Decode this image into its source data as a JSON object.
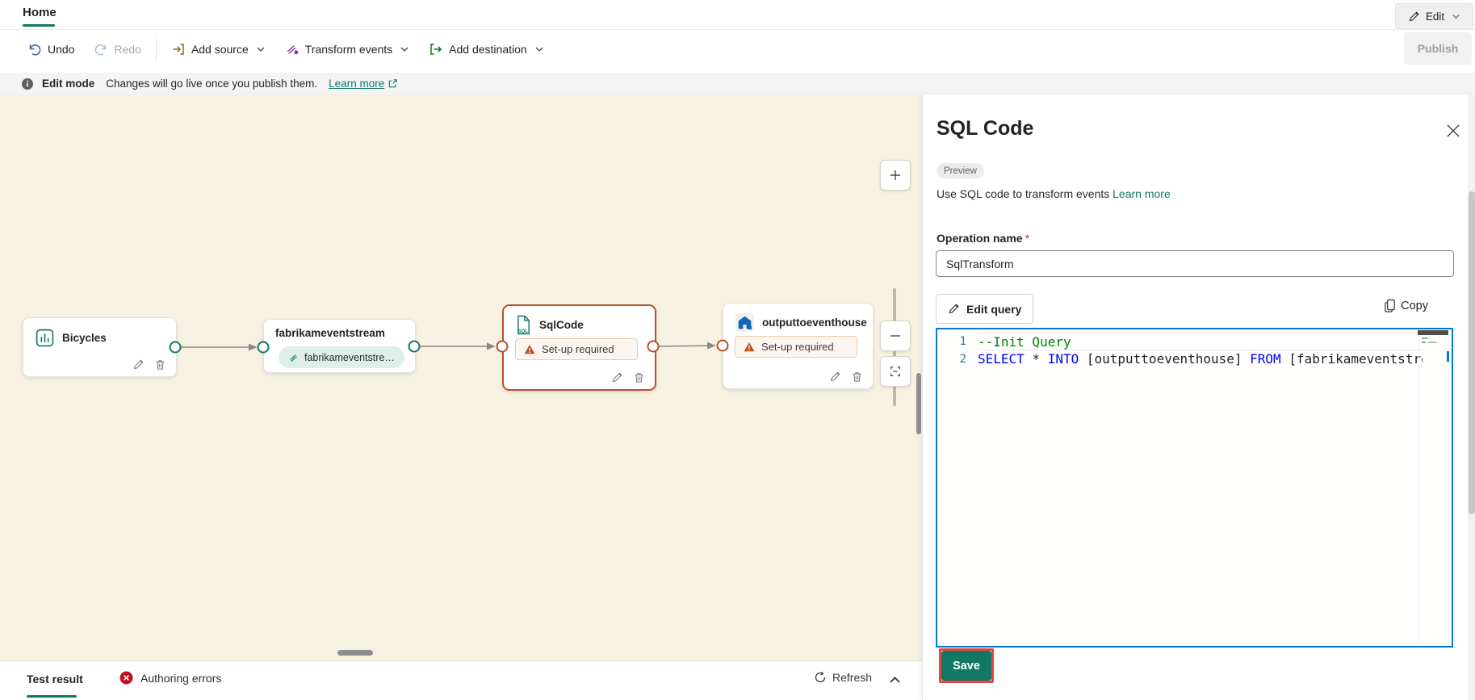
{
  "colors": {
    "accent": "#117865",
    "warn": "#b5512e",
    "warnbg": "#fdf6f0",
    "warnborder": "#f1c9a6",
    "canvasbg": "#f7f1e2",
    "streampill": "#ddefe8",
    "editorborder": "#0078d4",
    "keyword": "#0000ff",
    "comment": "#008000",
    "linenum": "#237893",
    "annotation": "#e8453c",
    "error": "#c50f1f"
  },
  "tabs": {
    "home": "Home"
  },
  "top_actions": {
    "edit": "Edit",
    "publish": "Publish"
  },
  "toolbar": {
    "undo": "Undo",
    "redo": "Redo",
    "add_source": "Add source",
    "transform_events": "Transform events",
    "add_destination": "Add destination"
  },
  "info_bar": {
    "title": "Edit mode",
    "message": "Changes will go live once you publish them.",
    "link": "Learn more"
  },
  "canvas": {
    "nodes": {
      "bicycles": {
        "title": "Bicycles"
      },
      "eventstream": {
        "title": "fabrikameventstream",
        "stream_label": "fabrikameventstre…"
      },
      "sqlcode": {
        "title": "SqlCode",
        "warning": "Set-up required",
        "selected": true
      },
      "eventhouse": {
        "title": "outputtoeventhouse",
        "warning": "Set-up required"
      }
    }
  },
  "panel": {
    "title": "SQL Code",
    "badge": "Preview",
    "description": "Use SQL code to transform events",
    "learn_more": "Learn more",
    "operation_label": "Operation name",
    "required_mark": "*",
    "operation_value": "SqlTransform",
    "edit_query": "Edit query",
    "copy": "Copy",
    "save": "Save",
    "editor": {
      "lines": [
        {
          "number": "1",
          "current": true,
          "tokens": [
            {
              "text": "--Init Query",
              "type": "comment"
            }
          ]
        },
        {
          "number": "2",
          "tokens": [
            {
              "text": "SELECT",
              "type": "keyword"
            },
            {
              "text": " * ",
              "type": "plain"
            },
            {
              "text": "INTO",
              "type": "keyword"
            },
            {
              "text": " [outputtoeventhouse] ",
              "type": "plain"
            },
            {
              "text": "FROM",
              "type": "keyword"
            },
            {
              "text": " [fabrikameventstre",
              "type": "plain"
            }
          ]
        }
      ]
    }
  },
  "bottom_bar": {
    "test_result": "Test result",
    "authoring_errors": "Authoring errors",
    "refresh": "Refresh"
  },
  "icons": [
    "pencil-icon",
    "chevron-down-icon",
    "chevron-up-icon",
    "undo-icon",
    "redo-icon",
    "add-source-icon",
    "transform-events-icon",
    "add-destination-icon",
    "info-icon",
    "external-link-icon",
    "bar-chart-icon",
    "eventstream-icon",
    "sql-document-icon",
    "eventhouse-icon",
    "warning-icon",
    "trash-icon",
    "plus-icon",
    "minus-icon",
    "fit-to-screen-icon",
    "close-icon",
    "copy-icon",
    "error-icon",
    "refresh-icon"
  ]
}
